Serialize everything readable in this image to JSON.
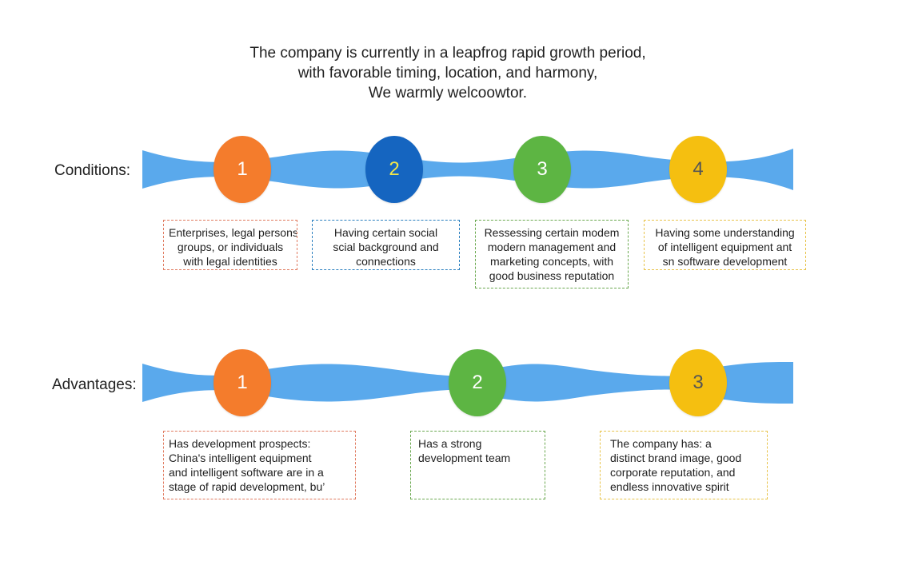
{
  "headline": [
    "The company is currently in a leapfrog rapid growth period,",
    "with favorable timing, location, and harmony,",
    "We warmly welcoowtor."
  ],
  "conditions": {
    "label": "Conditions:",
    "nodes": [
      {
        "number": "1",
        "color": "#f47c2c",
        "text_color": "#ffffff",
        "box_border": "#e07a5f",
        "lines": [
          "Enterprises, legal persons,",
          "groups, or individuals",
          "with legal identities"
        ]
      },
      {
        "number": "2",
        "color": "#1565c0",
        "text_color": "#f2e64a",
        "box_border": "#2a7fbf",
        "lines": [
          "Having certain social",
          "scial background and",
          "connections"
        ]
      },
      {
        "number": "3",
        "color": "#5db543",
        "text_color": "#ffffff",
        "box_border": "#6aa84f",
        "lines": [
          "Ressessing certain modem",
          "modern management and",
          "marketing concepts, with",
          "good business reputation"
        ]
      },
      {
        "number": "4",
        "color": "#f5bf10",
        "text_color": "#555555",
        "box_border": "#e8c34a",
        "lines": [
          "Having some understanding",
          "of intelligent equipment ant",
          "sn software development"
        ]
      }
    ]
  },
  "advantages": {
    "label": "Advantages:",
    "nodes": [
      {
        "number": "1",
        "color": "#f47c2c",
        "text_color": "#ffffff",
        "box_border": "#e07a5f",
        "lines": [
          "Has development prospects:",
          "China's intelligent equipment",
          "and intelligent software are in a",
          "stage of rapid development, bu’"
        ]
      },
      {
        "number": "2",
        "color": "#5db543",
        "text_color": "#ffffff",
        "box_border": "#6aa84f",
        "lines": [
          "Has a strong",
          "development team"
        ]
      },
      {
        "number": "3",
        "color": "#f5bf10",
        "text_color": "#555555",
        "box_border": "#e8c34a",
        "lines": [
          "The company has: a",
          "distinct brand image, good",
          "corporate reputation, and",
          "endless innovative spirit"
        ]
      }
    ]
  },
  "colors": {
    "ribbon": "#5aa9ec"
  }
}
